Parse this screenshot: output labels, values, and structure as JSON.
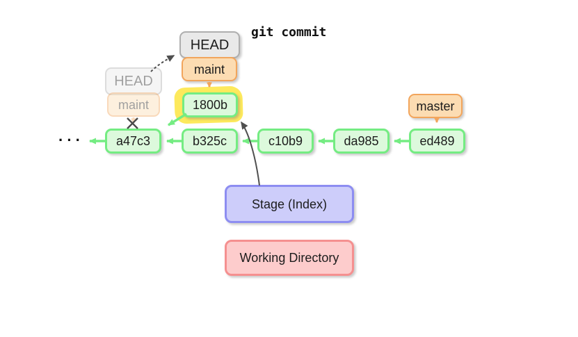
{
  "title": {
    "command": "git commit"
  },
  "ellipsis": "···",
  "head_stack": {
    "head": "HEAD",
    "branch": "maint"
  },
  "ghost_stack": {
    "head": "HEAD",
    "branch": "maint"
  },
  "new_commit": "1800b",
  "commits": [
    "a47c3",
    "b325c",
    "c10b9",
    "da985",
    "ed489"
  ],
  "branch_tag": "master",
  "areas": {
    "stage": "Stage (Index)",
    "working": "Working Directory"
  },
  "colors": {
    "green_border": "#74ec82",
    "green_fill": "#dcf9dc",
    "orange_border": "#f2a55c",
    "orange_fill": "#fcdcb2",
    "gray_border": "#aeaeae",
    "gray_fill": "#e9e9e9",
    "yellow_highlight": "#fde95c",
    "stage_border": "#8d8df1",
    "stage_fill": "#cdcdfa",
    "working_border": "#f59090",
    "working_fill": "#fdcccc",
    "arrow_dark": "#4f4f4f",
    "text": "#1c1c1c"
  }
}
